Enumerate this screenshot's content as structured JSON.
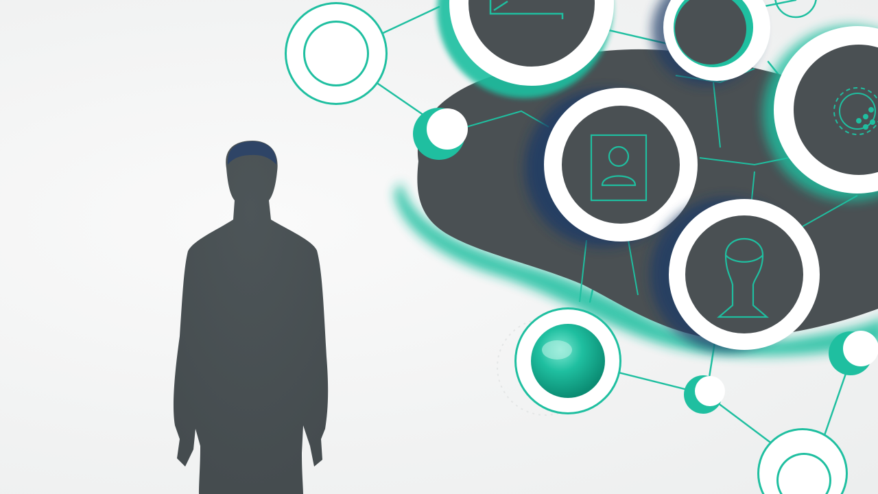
{
  "colors": {
    "background": "#f3f4f4",
    "slate": "#4a5053",
    "teal": "#1fbfa0",
    "teal_dark": "#0e9a80",
    "navy_shadow": "#1f3a66",
    "white": "#ffffff"
  },
  "icons": [
    "person-silhouette",
    "brain-shape",
    "profile-card-icon",
    "head-bust-icon",
    "gear-icon",
    "chart-icon",
    "teal-sphere",
    "network-nodes"
  ]
}
